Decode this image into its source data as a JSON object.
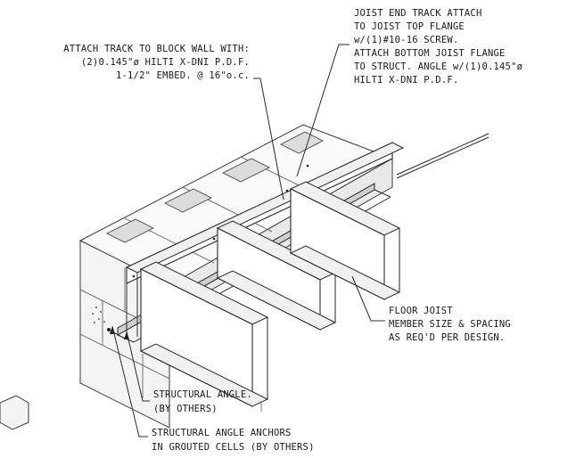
{
  "notes": {
    "track_to_wall": [
      "ATTACH TRACK TO BLOCK WALL WITH:",
      "(2)0.145\"ø HILTI X-DNI P.D.F.",
      "1-1/2\" EMBED. @ 16\"o.c."
    ],
    "joist_end_track": [
      "JOIST END TRACK ATTACH",
      "TO JOIST TOP FLANGE",
      "w/(1)#10-16 SCREW.",
      "ATTACH BOTTOM JOIST FLANGE",
      "TO STRUCT. ANGLE w/(1)0.145\"ø",
      "HILTI X-DNI P.D.F."
    ],
    "floor_joist": [
      "FLOOR JOIST",
      "MEMBER SIZE & SPACING",
      "AS REQ'D PER DESIGN."
    ],
    "structural_angle": [
      "STRUCTURAL ANGLE.",
      "(BY OTHERS)"
    ],
    "angle_anchors": [
      "STRUCTURAL ANGLE ANCHORS",
      "IN GROUTED CELLS (BY OTHERS)"
    ]
  }
}
